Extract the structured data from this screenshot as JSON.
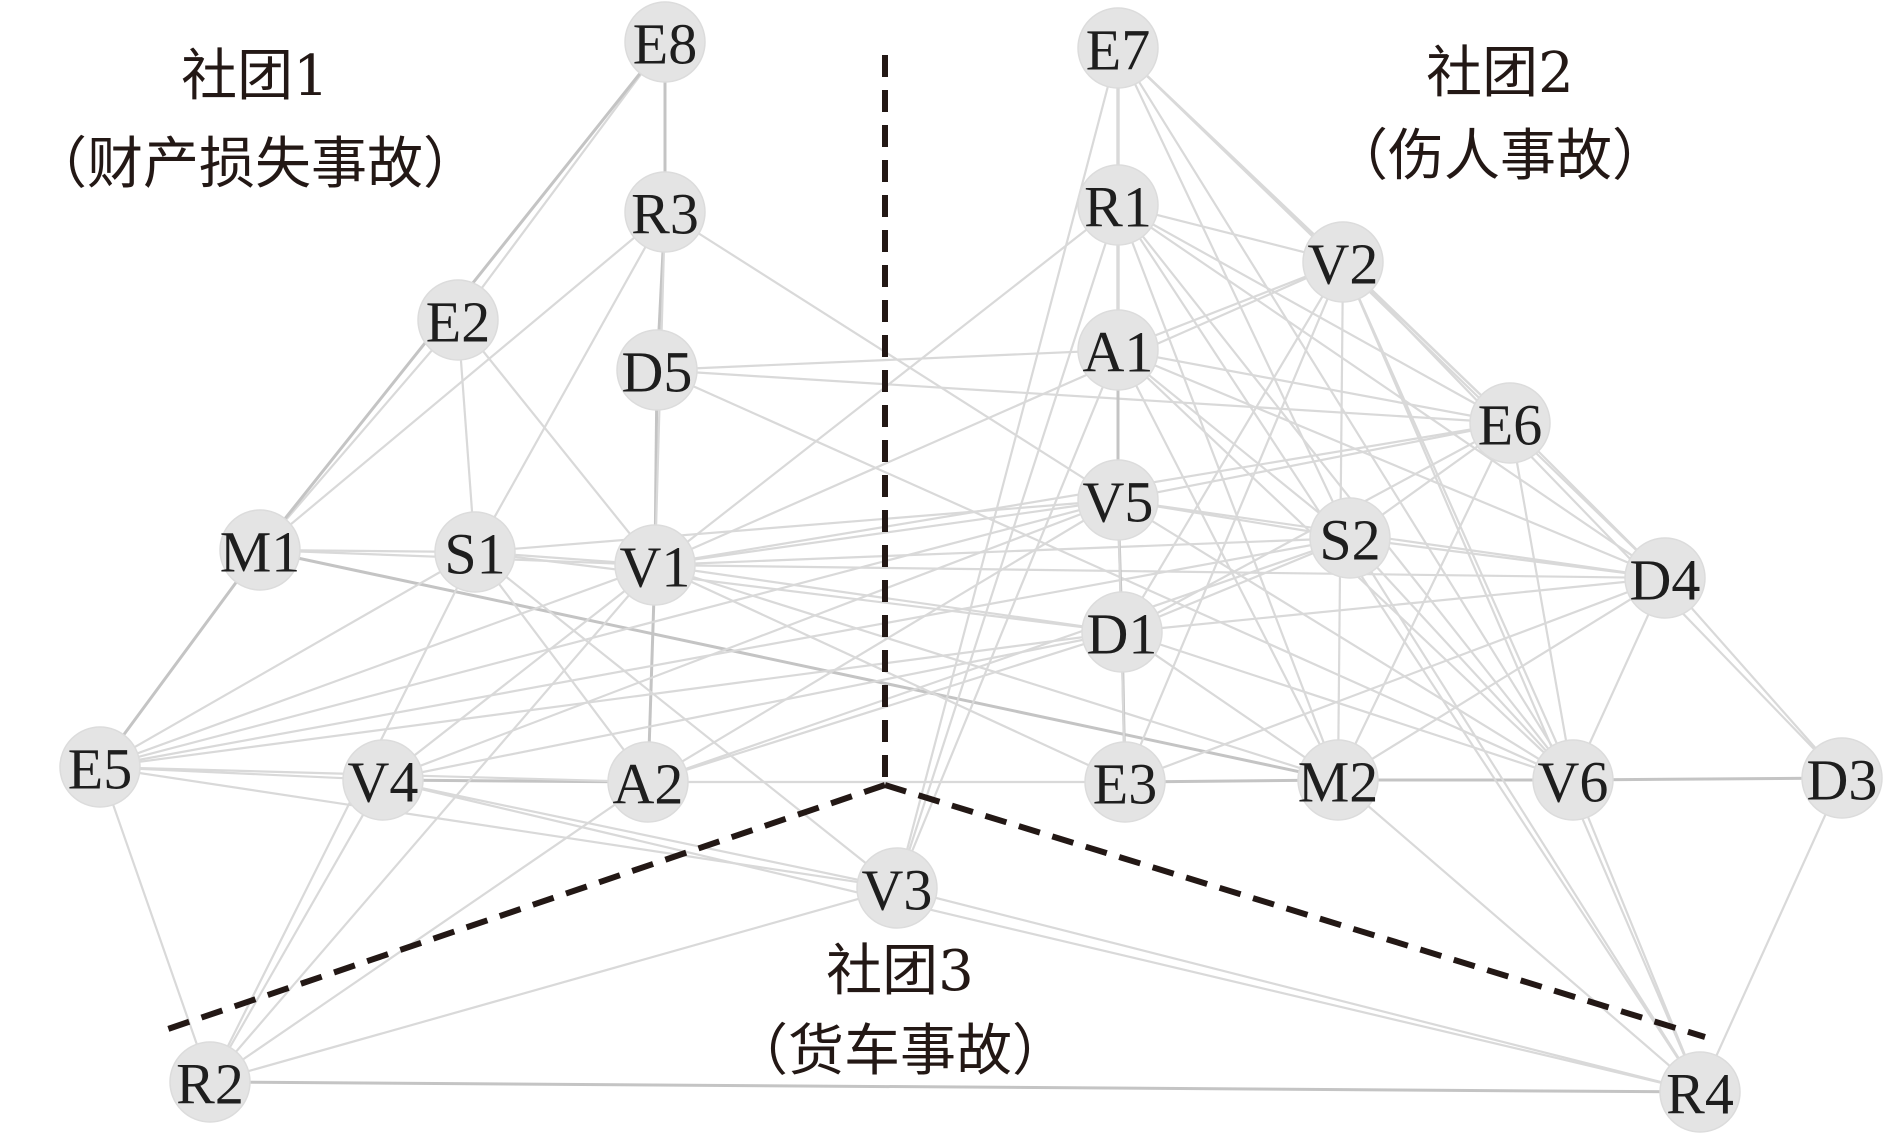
{
  "communities": [
    {
      "id": "c1",
      "name": "社团1",
      "subtitle": "（财产损失事故）"
    },
    {
      "id": "c2",
      "name": "社团2",
      "subtitle": "（伤人事故）"
    },
    {
      "id": "c3",
      "name": "社团3",
      "subtitle": "（货车事故）"
    }
  ],
  "nodes": [
    {
      "id": "E8",
      "label": "E8",
      "community": "c1"
    },
    {
      "id": "R3",
      "label": "R3",
      "community": "c1"
    },
    {
      "id": "E2",
      "label": "E2",
      "community": "c1"
    },
    {
      "id": "D5",
      "label": "D5",
      "community": "c1"
    },
    {
      "id": "M1",
      "label": "M1",
      "community": "c1"
    },
    {
      "id": "S1",
      "label": "S1",
      "community": "c1"
    },
    {
      "id": "V1",
      "label": "V1",
      "community": "c1"
    },
    {
      "id": "E5",
      "label": "E5",
      "community": "c1"
    },
    {
      "id": "V4",
      "label": "V4",
      "community": "c1"
    },
    {
      "id": "A2",
      "label": "A2",
      "community": "c1"
    },
    {
      "id": "E7",
      "label": "E7",
      "community": "c2"
    },
    {
      "id": "R1",
      "label": "R1",
      "community": "c2"
    },
    {
      "id": "V2",
      "label": "V2",
      "community": "c2"
    },
    {
      "id": "A1",
      "label": "A1",
      "community": "c2"
    },
    {
      "id": "E6",
      "label": "E6",
      "community": "c2"
    },
    {
      "id": "V5",
      "label": "V5",
      "community": "c2"
    },
    {
      "id": "S2",
      "label": "S2",
      "community": "c2"
    },
    {
      "id": "D4",
      "label": "D4",
      "community": "c2"
    },
    {
      "id": "D1",
      "label": "D1",
      "community": "c2"
    },
    {
      "id": "E3",
      "label": "E3",
      "community": "c2"
    },
    {
      "id": "M2",
      "label": "M2",
      "community": "c2"
    },
    {
      "id": "V6",
      "label": "V6",
      "community": "c2"
    },
    {
      "id": "D3",
      "label": "D3",
      "community": "c2"
    },
    {
      "id": "V3",
      "label": "V3",
      "community": "c3"
    },
    {
      "id": "R2",
      "label": "R2",
      "community": "c3"
    },
    {
      "id": "R4",
      "label": "R4",
      "community": "c3"
    }
  ],
  "edges": [
    [
      "E8",
      "R3"
    ],
    [
      "R3",
      "D5"
    ],
    [
      "D5",
      "V1"
    ],
    [
      "V1",
      "A2"
    ],
    [
      "E8",
      "E2"
    ],
    [
      "E2",
      "M1"
    ],
    [
      "M1",
      "E5"
    ],
    [
      "E2",
      "S1"
    ],
    [
      "E8",
      "M1"
    ],
    [
      "R3",
      "S1"
    ],
    [
      "R3",
      "M1"
    ],
    [
      "R3",
      "V1"
    ],
    [
      "R3",
      "V5"
    ],
    [
      "M1",
      "S1"
    ],
    [
      "S1",
      "V1"
    ],
    [
      "M1",
      "V1"
    ],
    [
      "M1",
      "M2"
    ],
    [
      "S1",
      "A2"
    ],
    [
      "S1",
      "E5"
    ],
    [
      "E5",
      "V4"
    ],
    [
      "V4",
      "A2"
    ],
    [
      "A2",
      "E3"
    ],
    [
      "E5",
      "V1"
    ],
    [
      "E5",
      "A2"
    ],
    [
      "E5",
      "D1"
    ],
    [
      "E5",
      "V5"
    ],
    [
      "E5",
      "S2"
    ],
    [
      "E5",
      "R2"
    ],
    [
      "E5",
      "V3"
    ],
    [
      "V4",
      "D1"
    ],
    [
      "V4",
      "V5"
    ],
    [
      "V4",
      "R2"
    ],
    [
      "V4",
      "R1"
    ],
    [
      "V1",
      "V5"
    ],
    [
      "V1",
      "D1"
    ],
    [
      "V1",
      "S2"
    ],
    [
      "V1",
      "D4"
    ],
    [
      "V1",
      "E6"
    ],
    [
      "V1",
      "M2"
    ],
    [
      "V1",
      "E3"
    ],
    [
      "V1",
      "V2"
    ],
    [
      "D5",
      "V6"
    ],
    [
      "D5",
      "E6"
    ],
    [
      "D5",
      "A1"
    ],
    [
      "S1",
      "D1"
    ],
    [
      "S1",
      "V5"
    ],
    [
      "S1",
      "V3"
    ],
    [
      "E2",
      "V1"
    ],
    [
      "A2",
      "V5"
    ],
    [
      "A2",
      "S2"
    ],
    [
      "A2",
      "R2"
    ],
    [
      "A2",
      "D1"
    ],
    [
      "E7",
      "R1"
    ],
    [
      "R1",
      "A1"
    ],
    [
      "A1",
      "V5"
    ],
    [
      "V5",
      "D1"
    ],
    [
      "D1",
      "E3"
    ],
    [
      "E3",
      "M2"
    ],
    [
      "M2",
      "V6"
    ],
    [
      "V6",
      "D3"
    ],
    [
      "E7",
      "V2"
    ],
    [
      "E7",
      "E6"
    ],
    [
      "E7",
      "S2"
    ],
    [
      "E7",
      "D4"
    ],
    [
      "E7",
      "V3"
    ],
    [
      "E7",
      "V6"
    ],
    [
      "E7",
      "A1"
    ],
    [
      "R1",
      "V2"
    ],
    [
      "R1",
      "M2"
    ],
    [
      "R1",
      "V6"
    ],
    [
      "R1",
      "E6"
    ],
    [
      "R1",
      "D4"
    ],
    [
      "R1",
      "V3"
    ],
    [
      "R1",
      "R4"
    ],
    [
      "V2",
      "E6"
    ],
    [
      "V2",
      "A1"
    ],
    [
      "V2",
      "V6"
    ],
    [
      "V2",
      "D1"
    ],
    [
      "V2",
      "M2"
    ],
    [
      "V2",
      "D3"
    ],
    [
      "V2",
      "E3"
    ],
    [
      "V2",
      "R4"
    ],
    [
      "A1",
      "E6"
    ],
    [
      "A1",
      "S2"
    ],
    [
      "A1",
      "D4"
    ],
    [
      "A1",
      "V6"
    ],
    [
      "A1",
      "M2"
    ],
    [
      "A1",
      "V3"
    ],
    [
      "E6",
      "S2"
    ],
    [
      "E6",
      "D4"
    ],
    [
      "E6",
      "V5"
    ],
    [
      "E6",
      "V6"
    ],
    [
      "E6",
      "D1"
    ],
    [
      "E6",
      "M2"
    ],
    [
      "V5",
      "S2"
    ],
    [
      "V5",
      "D4"
    ],
    [
      "V5",
      "V6"
    ],
    [
      "V5",
      "E3"
    ],
    [
      "S2",
      "D1"
    ],
    [
      "S2",
      "V6"
    ],
    [
      "S2",
      "D4"
    ],
    [
      "S2",
      "R4"
    ],
    [
      "D4",
      "V6"
    ],
    [
      "D4",
      "M2"
    ],
    [
      "D4",
      "D3"
    ],
    [
      "D4",
      "D1"
    ],
    [
      "D4",
      "E3"
    ],
    [
      "D1",
      "M2"
    ],
    [
      "D1",
      "V6"
    ],
    [
      "V3",
      "R2"
    ],
    [
      "V3",
      "R4"
    ],
    [
      "V3",
      "V4"
    ],
    [
      "R2",
      "R4"
    ],
    [
      "R2",
      "S1"
    ],
    [
      "R2",
      "V1"
    ],
    [
      "R4",
      "V6"
    ],
    [
      "R4",
      "M2"
    ],
    [
      "R4",
      "D3"
    ],
    [
      "R4",
      "V4"
    ]
  ],
  "strong_edges": [
    [
      "E8",
      "M1"
    ],
    [
      "M1",
      "E5"
    ],
    [
      "E8",
      "R3"
    ],
    [
      "R3",
      "D5"
    ],
    [
      "D5",
      "V1"
    ],
    [
      "V1",
      "A2"
    ],
    [
      "V4",
      "A2"
    ],
    [
      "E7",
      "R1"
    ],
    [
      "R1",
      "A1"
    ],
    [
      "A1",
      "V5"
    ],
    [
      "V5",
      "D1"
    ],
    [
      "D1",
      "E3"
    ],
    [
      "E3",
      "M2"
    ],
    [
      "M2",
      "V6"
    ],
    [
      "V6",
      "D3"
    ],
    [
      "R2",
      "R4"
    ],
    [
      "M1",
      "M2"
    ]
  ]
}
